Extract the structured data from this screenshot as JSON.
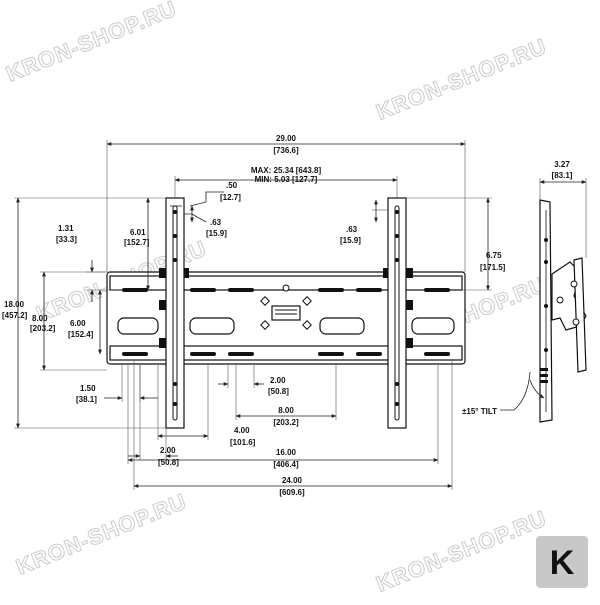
{
  "watermark": {
    "text": "KRON-SHOP.RU"
  },
  "logo": {
    "letter": "K",
    "bg": "#c8c8c8",
    "fg": "#ffffff"
  },
  "dims": {
    "overall_width": {
      "in": "29.00",
      "mm": "[736.6]"
    },
    "adjust": {
      "max": "MAX: 25.34 [643.8]",
      "min": "MIN: 5.03 [127.7]"
    },
    "slot_50": {
      "in": ".50",
      "mm": "[12.7]"
    },
    "slot_63_left": {
      "in": ".63",
      "mm": "[15.9]"
    },
    "slot_63_right": {
      "in": ".63",
      "mm": "[15.9]"
    },
    "depth": {
      "in": "3.27",
      "mm": "[83.1]"
    },
    "offset_131": {
      "in": "1.31",
      "mm": "[33.3]"
    },
    "height_601": {
      "in": "6.01",
      "mm": "[152.7]"
    },
    "height_675": {
      "in": "6.75",
      "mm": "[171.5]"
    },
    "height_1800": {
      "in": "18.00",
      "mm": "[457.2]"
    },
    "height_800": {
      "in": "8.00",
      "mm": "[203.2]"
    },
    "height_600": {
      "in": "6.00",
      "mm": "[152.4]"
    },
    "pitch_150": {
      "in": "1.50",
      "mm": "[38.1]"
    },
    "pitch_200_right": {
      "in": "2.00",
      "mm": "[50.8]"
    },
    "pitch_800": {
      "in": "8.00",
      "mm": "[203.2]"
    },
    "pitch_400": {
      "in": "4.00",
      "mm": "[101.6]"
    },
    "pitch_200_left": {
      "in": "2.00",
      "mm": "[50.8]"
    },
    "pitch_1600": {
      "in": "16.00",
      "mm": "[406.4]"
    },
    "pitch_2400": {
      "in": "24.00",
      "mm": "[609.6]"
    },
    "tilt": {
      "label": "±15° TILT"
    }
  }
}
